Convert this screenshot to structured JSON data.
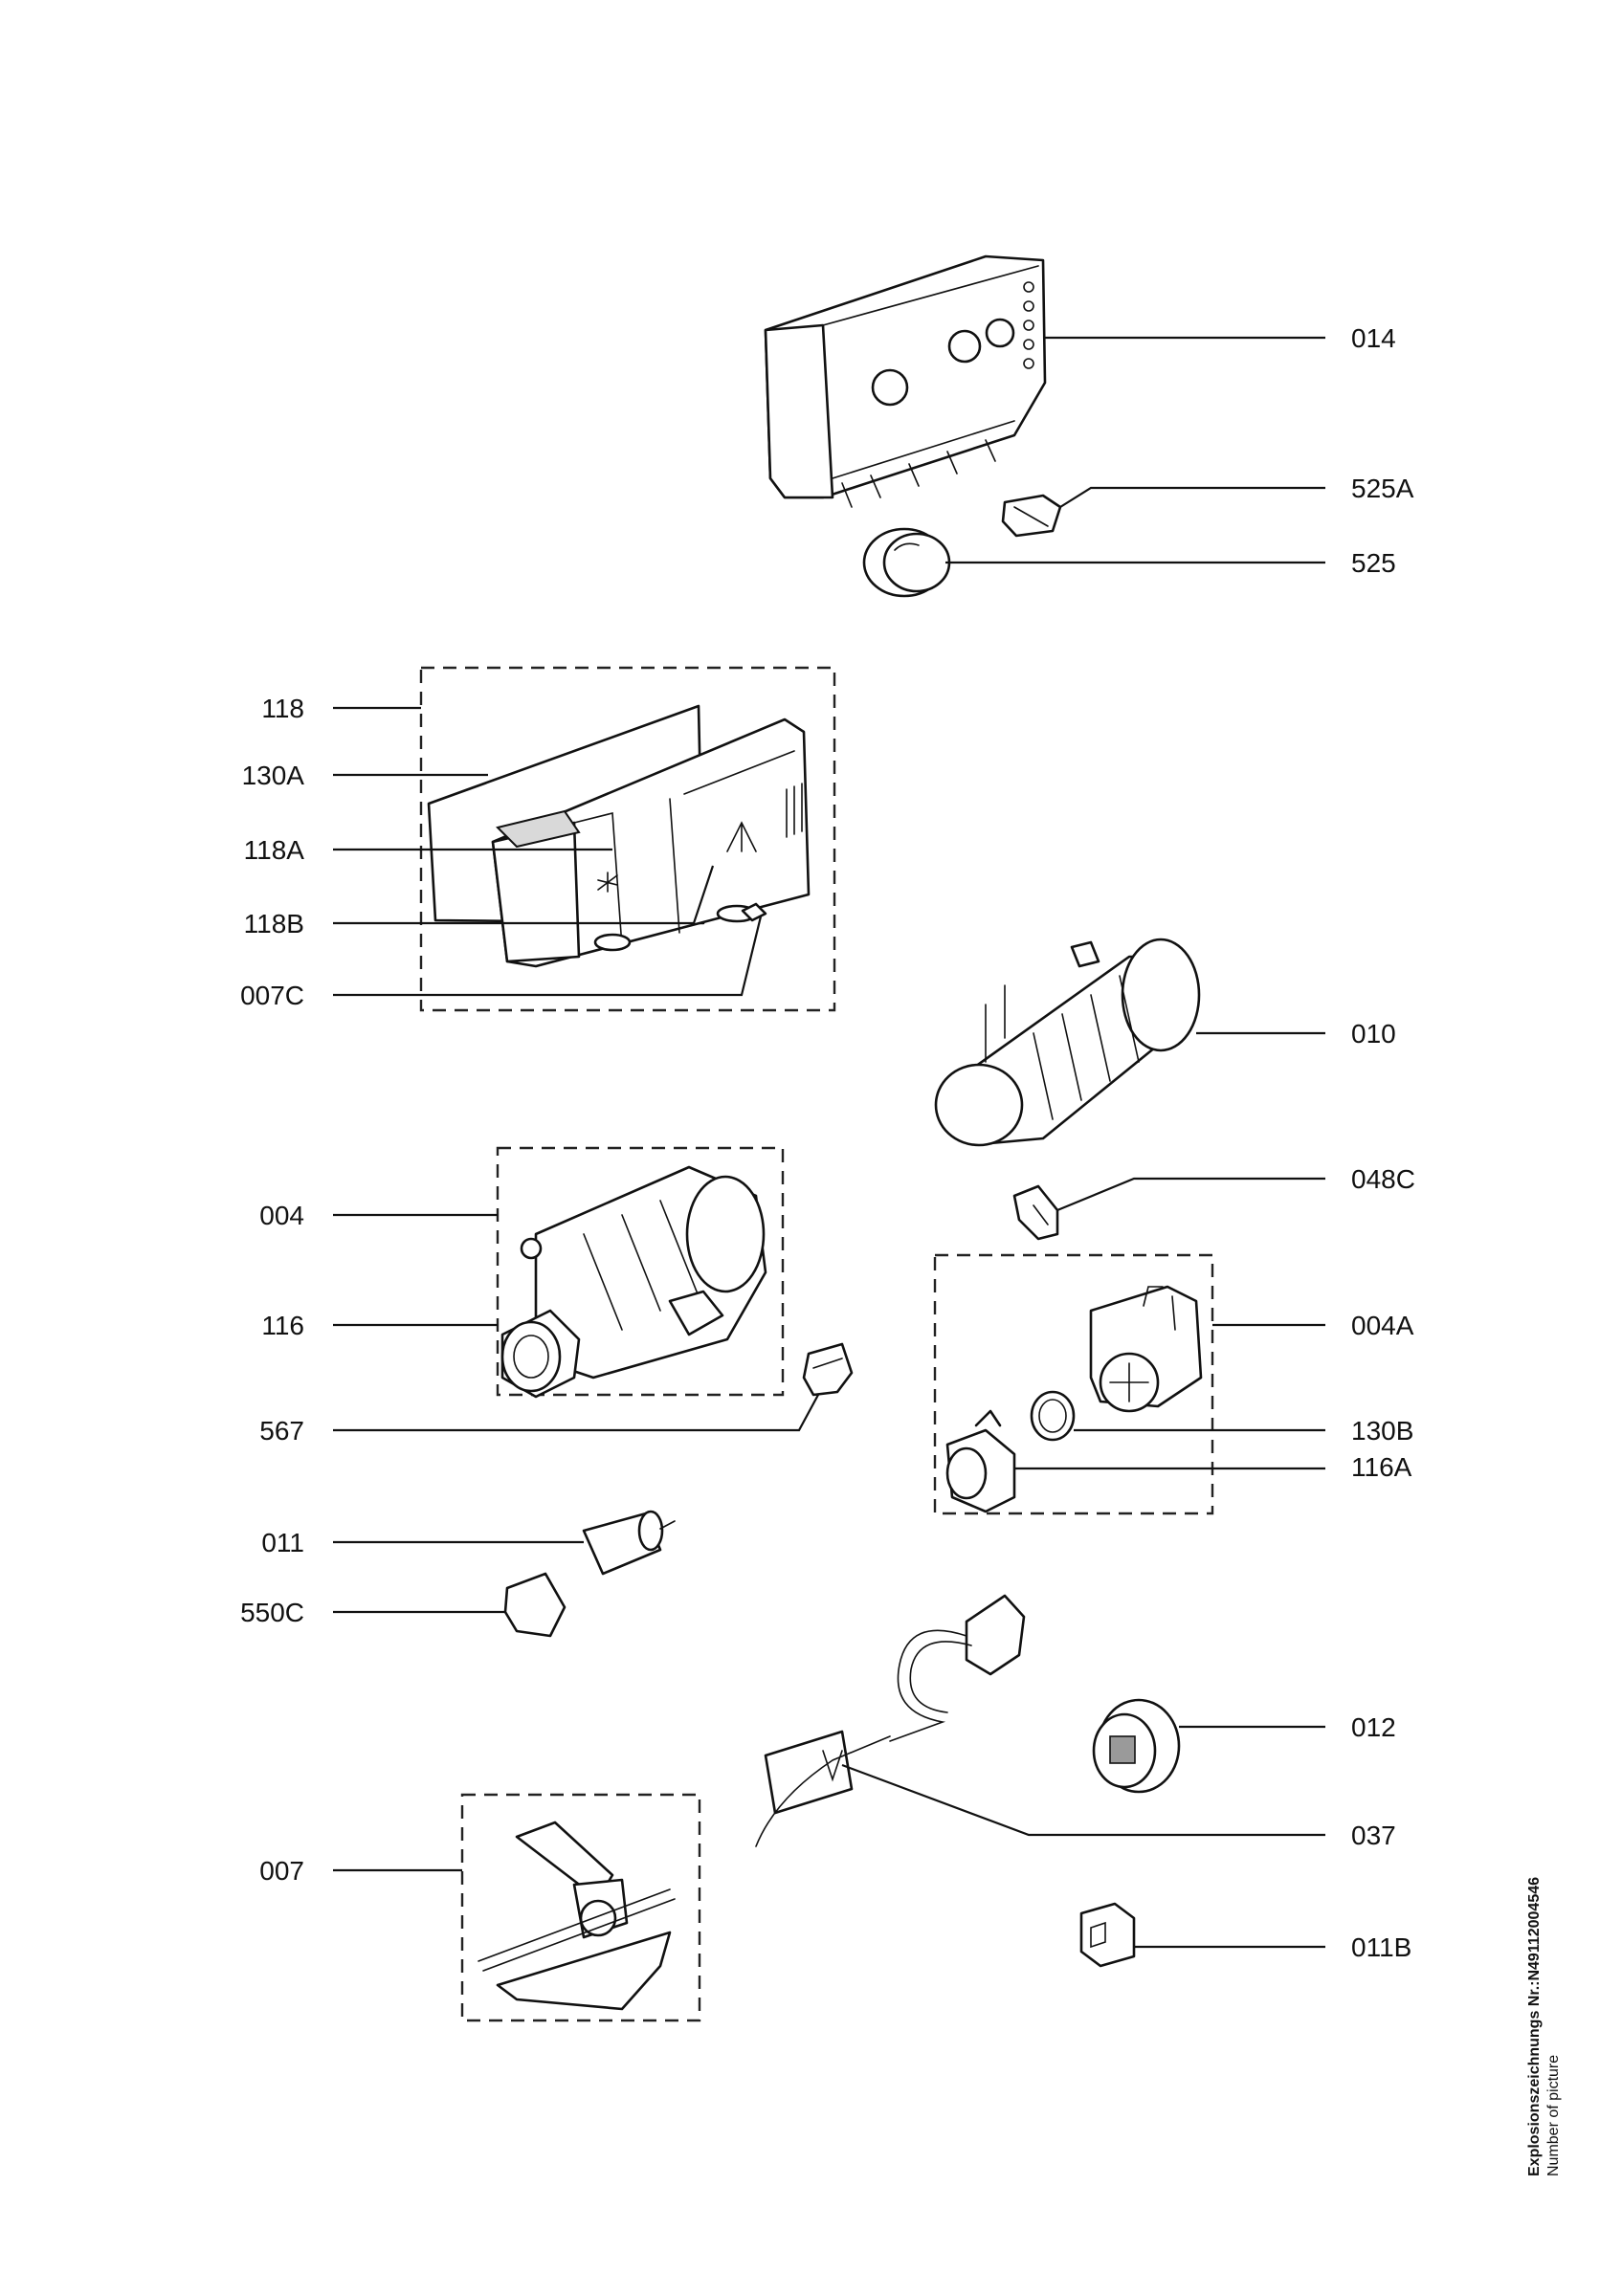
{
  "labels": {
    "p014": "014",
    "p525A": "525A",
    "p525": "525",
    "p118": "118",
    "p130A": "130A",
    "p118A": "118A",
    "p118B": "118B",
    "p007C": "007C",
    "p010": "010",
    "p004": "004",
    "p048C": "048C",
    "p116": "116",
    "p004A": "004A",
    "p567": "567",
    "p130B": "130B",
    "p116A": "116A",
    "p011": "011",
    "p550C": "550C",
    "p012": "012",
    "p037": "037",
    "p007": "007",
    "p011B": "011B"
  },
  "caption": {
    "line1": "Explosionszeichnungs Nr.:N49112004546",
    "line2": "Number of picture"
  }
}
